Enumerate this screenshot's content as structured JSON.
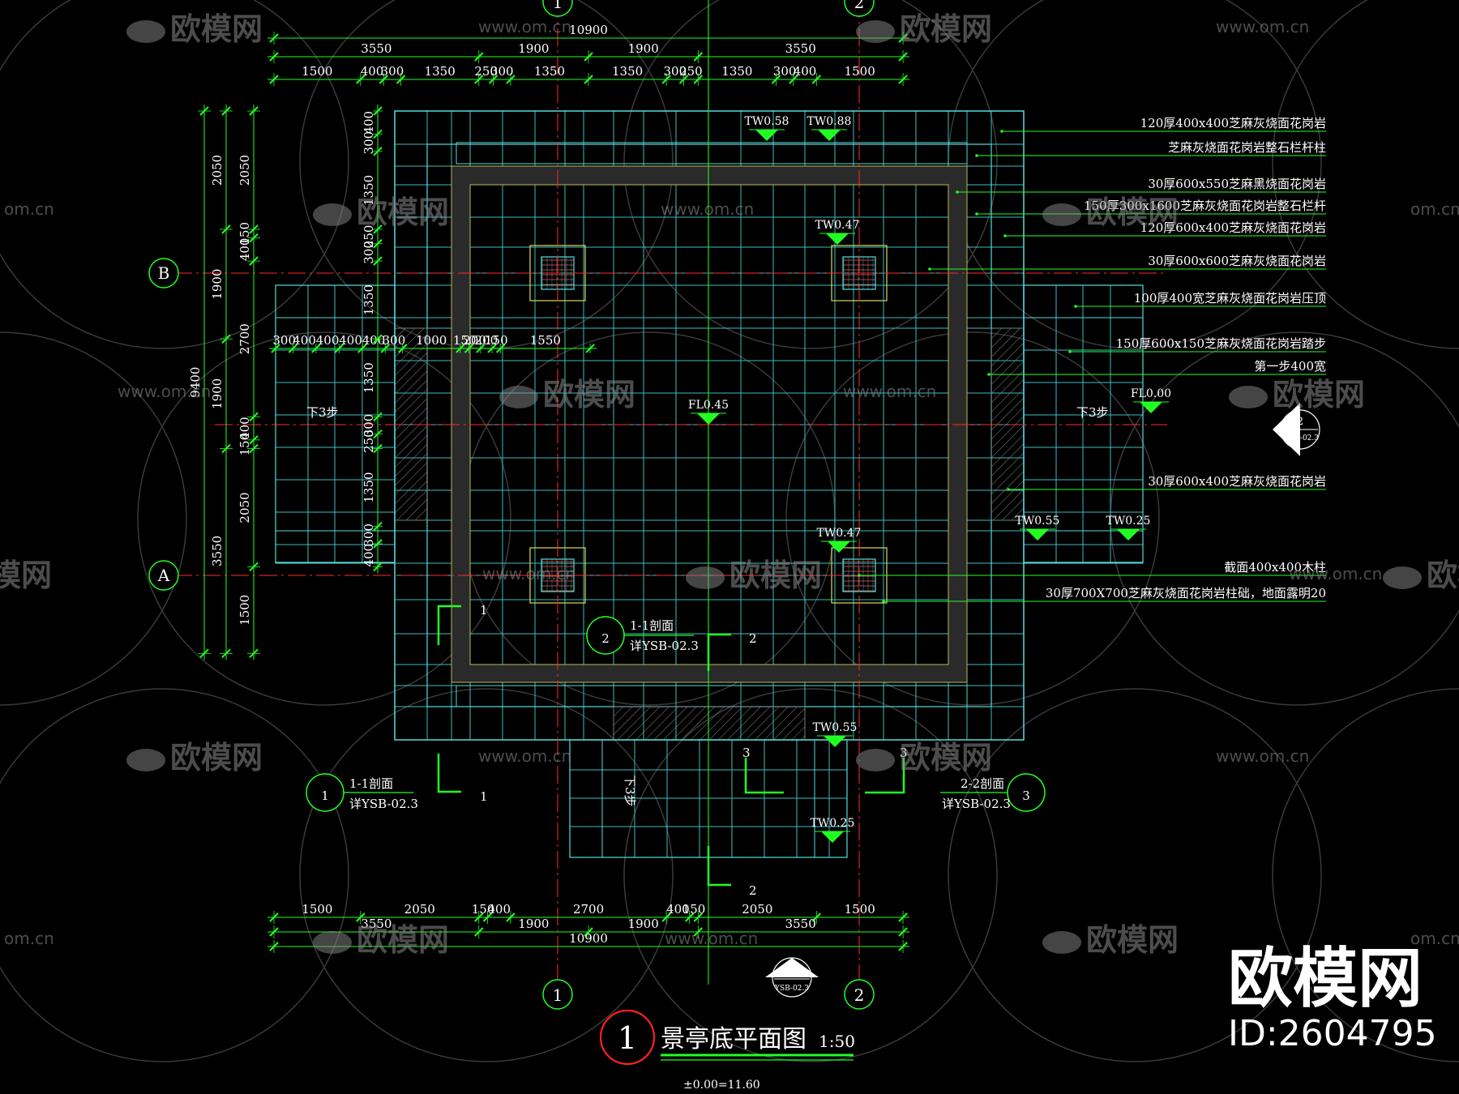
{
  "drawing": {
    "title": "景亭底平面图",
    "scale": "1:50",
    "title_number": "1",
    "elevation_note": "±0.00=11.60"
  },
  "axes": {
    "vertical": [
      "1",
      "2"
    ],
    "horizontal": [
      "A",
      "B"
    ]
  },
  "dims": {
    "top_total": "10900",
    "top_row1": [
      "3550",
      "1900",
      "1900",
      "3550"
    ],
    "top_row2": [
      "1500",
      "400",
      "300",
      "1350",
      "250",
      "300",
      "1350",
      "1350",
      "300",
      "250",
      "1350",
      "300",
      "400",
      "1500"
    ],
    "bottom_total": "10900",
    "bottom_row1": [
      "1500",
      "2050",
      "150",
      "400",
      "2700",
      "400",
      "150",
      "2050",
      "1500"
    ],
    "bottom_row2": [
      "3550",
      "1900",
      "1900",
      "3550"
    ],
    "left_total": "9400",
    "left_outer": [
      "2050",
      "1900",
      "1900",
      "3550"
    ],
    "left_mid": [
      "2050",
      "150",
      "400",
      "2700",
      "400",
      "150",
      "2050",
      "1500"
    ],
    "left_inner": [
      "400",
      "300",
      "1350",
      "250",
      "300",
      "1350",
      "1350",
      "300",
      "250",
      "1350",
      "300",
      "400"
    ],
    "inner_row": [
      "300",
      "400",
      "400",
      "400",
      "400",
      "300",
      "1000",
      "150",
      "200",
      "200",
      "150",
      "1550"
    ]
  },
  "levels": {
    "tw058": "TW0.58",
    "tw088": "TW0.88",
    "tw047a": "TW0.47",
    "fl045": "FL0.45",
    "fl000": "FL0.00",
    "tw047b": "TW0.47",
    "tw055a": "TW0.55",
    "tw025a": "TW0.25",
    "tw055b": "TW0.55",
    "tw025b": "TW0.25"
  },
  "labels": {
    "steps_left": "下3步",
    "steps_right": "下3步",
    "steps_bottom": "下3步",
    "s1_num": "1",
    "s1_title": "1-1剖面",
    "s1_ref": "详YSB-02.3",
    "s2_num": "2",
    "s2_title": "1-1剖面",
    "s2_ref": "详YSB-02.3",
    "s3_num": "3",
    "s3_title": "2-2剖面",
    "s3_ref": "详YSB-02.3",
    "cut1a": "1",
    "cut1b": "1",
    "cut2a": "2",
    "cut2b": "2",
    "cut3a": "3",
    "cut3b": "3",
    "ref_right_num": "2",
    "ref_right_sheet": "YSB-02.3",
    "ref_bottom_num": "1",
    "ref_bottom_sheet": "YSB-02.3"
  },
  "callouts": [
    "120厚400x400芝麻灰烧面花岗岩",
    "芝麻灰烧面花岗岩整石栏杆柱",
    "30厚600x550芝麻黑烧面花岗岩",
    "150厚300x1600芝麻灰烧面花岗岩整石栏杆",
    "120厚600x400芝麻灰烧面花岗岩",
    "30厚600x600芝麻灰烧面花岗岩",
    "100厚400宽芝麻灰烧面花岗岩压顶",
    "150厚600x150芝麻灰烧面花岗岩踏步",
    "第一步400宽",
    "30厚600x400芝麻灰烧面花岗岩",
    "截面400x400木柱",
    "30厚700X700芝麻灰烧面花岗岩柱础，地面露明20"
  ],
  "watermark": {
    "cn": "欧模网",
    "url": "www.om.cn",
    "short": "om.cn",
    "brand": "欧模网",
    "id": "ID:2604795"
  },
  "colors": {
    "background": "#000000",
    "dim_line": "#00ff00",
    "paving": "#44cccc",
    "axis": "#ff2020",
    "marker": "#00ff00",
    "text": "#ffffff"
  }
}
